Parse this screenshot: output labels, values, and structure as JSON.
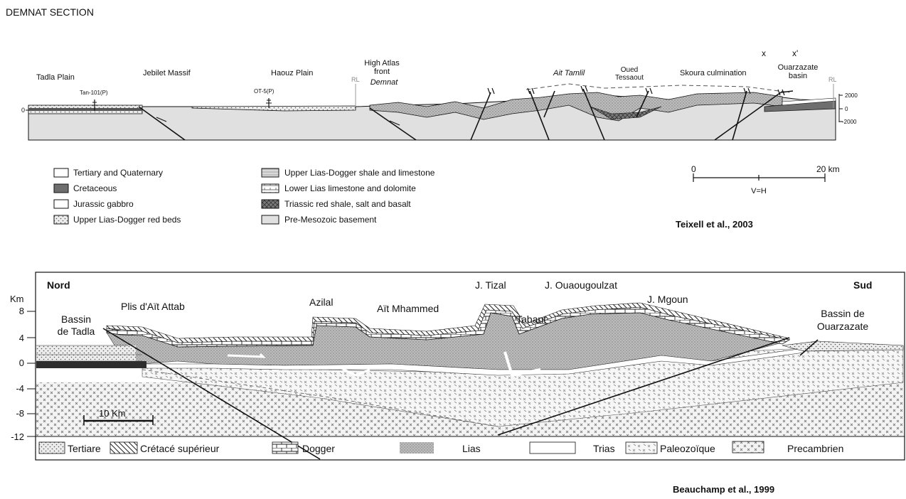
{
  "title": "DEMNAT SECTION",
  "top_section": {
    "locations": {
      "tadla": "Tadla Plain",
      "jebilet": "Jebilet Massif",
      "haouz": "Haouz Plain",
      "high_atlas_1": "High Atlas",
      "high_atlas_2": "front",
      "demnat": "Demnat",
      "ait_tamlil": "Ait Tamlil",
      "oued_1": "Oued",
      "oued_2": "Tessaout",
      "skoura": "Skoura culmination",
      "x": "x",
      "x_prime": "x'",
      "ouarzazate_1": "Ouarzazate",
      "ouarzazate_2": "basin"
    },
    "wells": {
      "tan": "Tan-101(P)",
      "ot": "OT-5(P)"
    },
    "rl_labels": [
      "RL",
      "RL"
    ],
    "depth_left": "0",
    "depth_right": [
      "2000",
      "0",
      "-2000"
    ],
    "scale": {
      "start": "0",
      "end": "20  km",
      "ratio": "V=H"
    },
    "legend_left": [
      "Tertiary and Quaternary",
      "Cretaceous",
      "Jurassic gabbro",
      "Upper Lias-Dogger red beds"
    ],
    "legend_right": [
      "Upper Lias-Dogger shale and limestone",
      "Lower Lias  limestone and dolomite",
      "Triassic red shale, salt and basalt",
      "Pre-Mesozoic basement"
    ],
    "citation": "Teixell et al., 2003"
  },
  "bottom_section": {
    "nord": "Nord",
    "sud": "Sud",
    "km": "Km",
    "y_ticks": [
      "8",
      "4",
      "0",
      "-4",
      "-8",
      "-12"
    ],
    "labels": {
      "bassin_tadla_1": "Bassin",
      "bassin_tadla_2": "de Tadla",
      "plis": "Plis d'Aït Attab",
      "azilal": "Azilal",
      "ait_mhammed": "Aït Mhammed",
      "tizal": "J. Tizal",
      "ouaougoulzat": "J. Ouaougoulzat",
      "tabant": "Tabant",
      "mgoun": "J. Mgoun",
      "ouarz_1": "Bassin de",
      "ouarz_2": "Ouarzazate"
    },
    "scale_bar": "10 Km",
    "legend": [
      "Tertiare",
      "Crétacé  supérieur",
      "Dogger",
      "Lias",
      "Trias",
      "Paleozoïque",
      "Precambrien"
    ],
    "citation": "Beauchamp et al.,  1999"
  }
}
